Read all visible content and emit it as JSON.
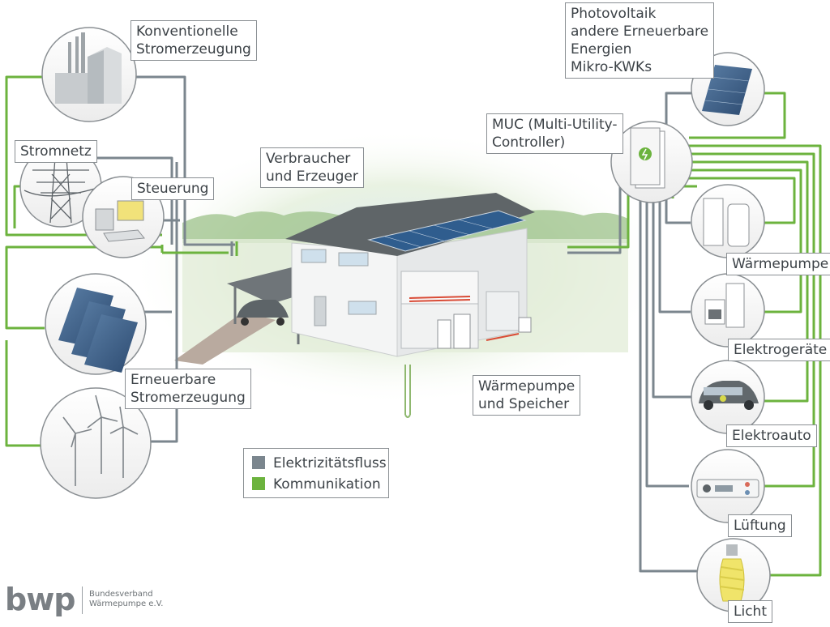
{
  "labels": {
    "konventionell": "Konventionelle\nStromerzeugung",
    "stromnetz": "Stromnetz",
    "steuerung": "Steuerung",
    "verbraucher": "Verbraucher\nund Erzeuger",
    "erneuerbare": "Erneuerbare\nStromerzeugung",
    "pv": "Photovoltaik\nandere Erneuerbare\nEnergien\nMikro-KWKs",
    "muc": "MUC (Multi-Utility-\nController)",
    "waermepumpe_speicher": "Wärmepumpe\nund Speicher",
    "waermepumpe": "Wärmepumpe",
    "elektrogeraete": "Elektrogeräte",
    "elektroauto": "Elektroauto",
    "lueftung": "Lüftung",
    "licht": "Licht"
  },
  "legend": {
    "electricity": "Elektrizitätsfluss",
    "communication": "Kommunikation",
    "electricity_color": "#7b868e",
    "communication_color": "#6cb33e"
  },
  "logo": {
    "mark": "bwp",
    "text": "Bundesverband\nWärmepumpe e.V."
  },
  "icons": [
    "power-plant-icon",
    "pylon-icon",
    "computer-icon",
    "solar-panels-icon",
    "wind-turbines-icon",
    "house-illustration",
    "solar-panel-icon",
    "muc-controller-icon",
    "heat-pump-icon",
    "appliances-icon",
    "electric-car-icon",
    "ventilation-icon",
    "light-bulb-icon"
  ]
}
